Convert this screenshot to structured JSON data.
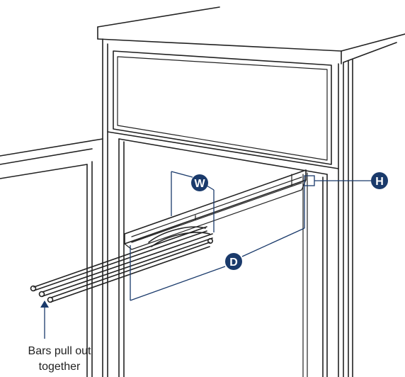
{
  "colors": {
    "line": "#222222",
    "dimension": "#1a3a6b",
    "badge_fill": "#1a3a6b",
    "badge_text": "#ffffff",
    "background": "#ffffff"
  },
  "dimensions": {
    "width_label": "W",
    "depth_label": "D",
    "height_label": "H"
  },
  "caption": {
    "line1": "Bars pull out",
    "line2": "together"
  }
}
